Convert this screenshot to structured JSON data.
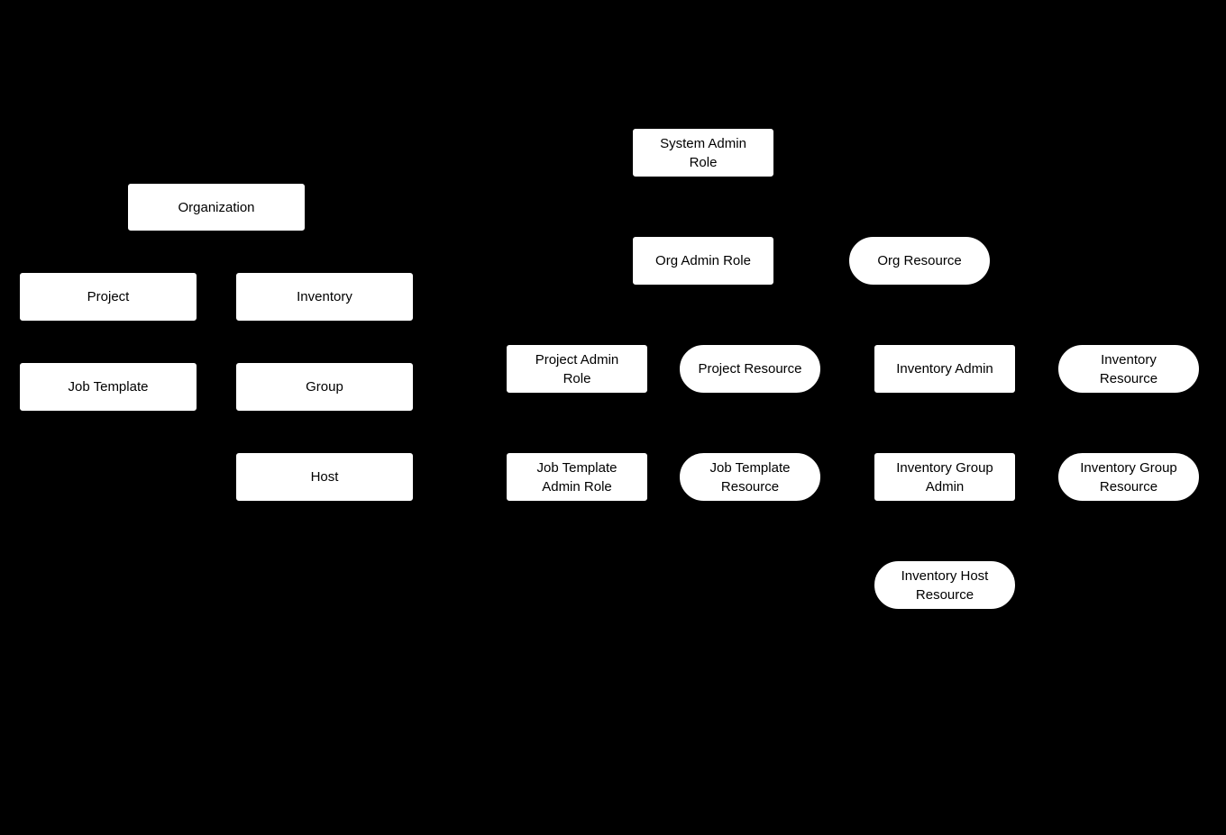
{
  "diagram": {
    "background_color": "#000000",
    "node_fill_color": "#ffffff",
    "node_text_color": "#000000",
    "nodes": [
      {
        "id": "organization",
        "shape": "rect",
        "label": "Organization"
      },
      {
        "id": "project",
        "shape": "rect",
        "label": "Project"
      },
      {
        "id": "inventory",
        "shape": "rect",
        "label": "Inventory"
      },
      {
        "id": "job-template",
        "shape": "rect",
        "label": "Job Template"
      },
      {
        "id": "group",
        "shape": "rect",
        "label": "Group"
      },
      {
        "id": "host",
        "shape": "rect",
        "label": "Host"
      },
      {
        "id": "system-admin-role",
        "shape": "rect",
        "label": "System Admin\nRole"
      },
      {
        "id": "org-admin-role",
        "shape": "rect",
        "label": "Org Admin Role"
      },
      {
        "id": "org-resource",
        "shape": "pill",
        "label": "Org Resource"
      },
      {
        "id": "project-admin-role",
        "shape": "rect",
        "label": "Project Admin\nRole"
      },
      {
        "id": "project-resource",
        "shape": "pill",
        "label": "Project Resource"
      },
      {
        "id": "inventory-admin",
        "shape": "rect",
        "label": "Inventory Admin"
      },
      {
        "id": "inventory-resource",
        "shape": "pill",
        "label": "Inventory\nResource"
      },
      {
        "id": "job-template-admin-role",
        "shape": "rect",
        "label": "Job Template\nAdmin Role"
      },
      {
        "id": "job-template-resource",
        "shape": "pill",
        "label": "Job Template\nResource"
      },
      {
        "id": "inventory-group-admin",
        "shape": "rect",
        "label": "Inventory Group\nAdmin"
      },
      {
        "id": "inventory-group-resource",
        "shape": "pill",
        "label": "Inventory Group\nResource"
      },
      {
        "id": "inventory-host-resource",
        "shape": "pill",
        "label": "Inventory Host\nResource"
      }
    ]
  }
}
